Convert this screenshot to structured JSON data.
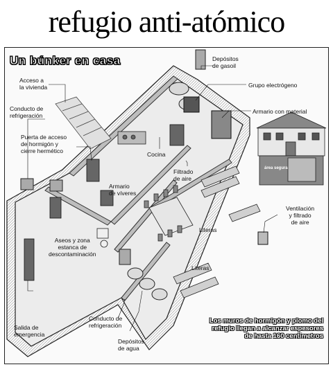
{
  "headline": "refugio anti-atómico",
  "subtitle": "Un búnker en casa",
  "labels": {
    "depositos_gasoil": "Depósitos\nde gasoil",
    "grupo_electrogeno": "Grupo electrógeno",
    "armario_material": "Armario con material",
    "acceso_vivienda": "Acceso a\nla vivienda",
    "conducto_refrigeracion_top": "Conducto de\nrefrigeración",
    "puerta_acceso": "Puerta de acceso\nde hormigón y\ncierre hermético",
    "cocina": "Cocina",
    "filtrado_aire": "Filtrado\nde aire",
    "armario_viveres": "Armario\nde víveres",
    "ventilacion": "Ventilación\ny filtrado\nde aire",
    "literas_1": "Literas",
    "aseos": "Aseos y zona\nestanca de\ndescontaminación",
    "literas_2": "Literas",
    "salida_emergencia": "Salida de\nemergencia",
    "conducto_refrigeracion_bottom": "Conducto de\nrefrigeración",
    "depositos_agua": "Depósitos\nde agua",
    "house_sign": "área segura"
  },
  "callout": "Los muros de hormigón y plomo del refugio llegan a alcanzar espesores de hasta 160 centímetros"
}
